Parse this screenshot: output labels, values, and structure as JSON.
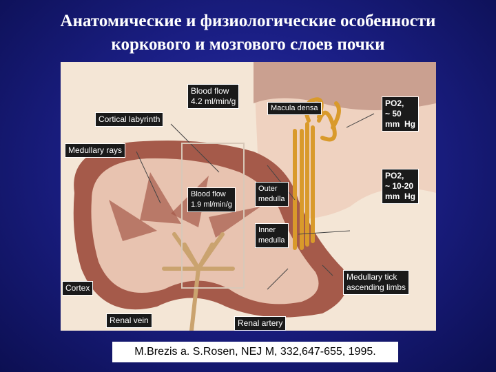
{
  "slide": {
    "title_line1": "Анатомические и физиологические особенности",
    "title_line2": "коркового и мозгового слоев почки",
    "citation": "M.Brezis a. S.Rosen, NEJ M, 332,647-655, 1995."
  },
  "labels": {
    "blood_flow_cortex": "Blood flow\n4.2 ml/min/g",
    "macula_densa": "Macula densa",
    "po2_cortex": "PO2,\n~ 50\nmm  Hg",
    "cortical_labyrinth": "Cortical labyrinth",
    "medullary_rays": "Medullary rays",
    "blood_flow_medulla": "Blood flow\n1.9 ml/min/g",
    "outer_medulla": "Outer\nmedulla",
    "po2_medulla": "PO2,\n~ 10-20\nmm  Hg",
    "inner_medulla": "Inner\nmedulla",
    "medullary_limbs": "Medullary tick\nascending limbs",
    "cortex": "Cortex",
    "renal_vein": "Renal vein",
    "renal_artery": "Renal artery"
  },
  "colors": {
    "background": "#1b1f86",
    "cortex": "#a55a4a",
    "medulla": "#e8c3b0",
    "tubule": "#d99a2b"
  }
}
